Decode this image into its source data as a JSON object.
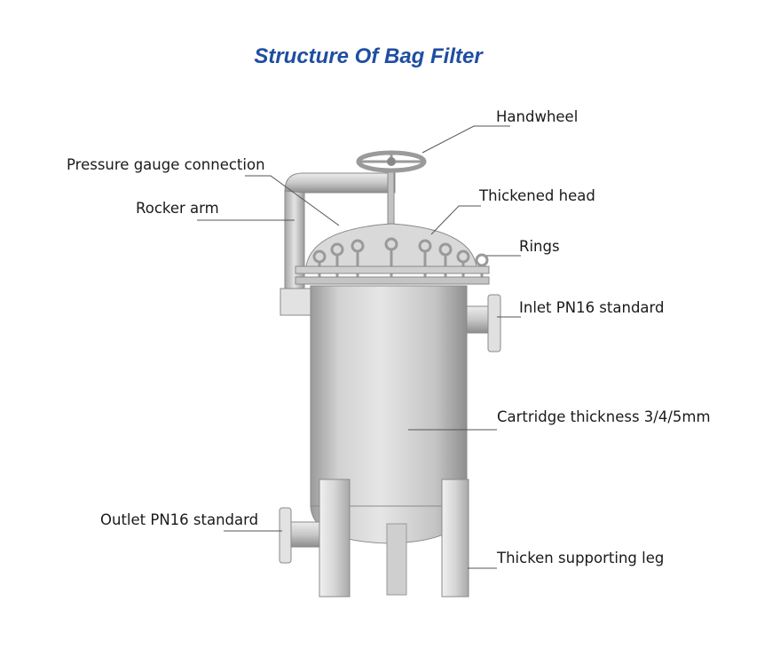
{
  "title": "Structure Of Bag Filter",
  "colors": {
    "title": "#1f4ea1",
    "steel_light": "#dcdcdc",
    "steel_mid": "#b9b9b9",
    "steel_dark": "#8a8a8a",
    "leader_line": "#555555",
    "label_text": "#1a1a1a"
  },
  "labels": {
    "handwheel": "Handwheel",
    "pressure_gauge": "Pressure gauge connection",
    "rocker_arm": "Rocker arm",
    "thickened_head": "Thickened head",
    "rings": "Rings",
    "inlet": "Inlet PN16 standard",
    "cartridge": "Cartridge thickness 3/4/5mm",
    "outlet": "Outlet PN16 standard",
    "leg": "Thicken supporting leg"
  }
}
